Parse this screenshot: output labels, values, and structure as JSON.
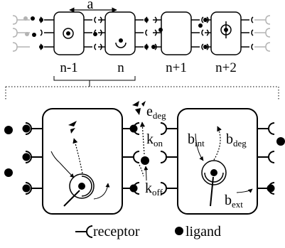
{
  "top": {
    "spacing_label": "a",
    "cell_labels": [
      "n-1",
      "n",
      "n+1",
      "n+2"
    ]
  },
  "detail": {
    "rate_k": "k",
    "rate_on_sub": "on",
    "rate_off_sub": "off",
    "rate_e": "e",
    "rate_deg_sub": "deg",
    "rate_b": "b",
    "rate_int_sub": "int",
    "rate_bdeg_sub": "deg",
    "rate_ext_sub": "ext"
  },
  "legend": {
    "receptor_label": "receptor",
    "ligand_label": "ligand"
  },
  "colors": {
    "ink": "#000000",
    "faded": "#b3b3b3"
  }
}
